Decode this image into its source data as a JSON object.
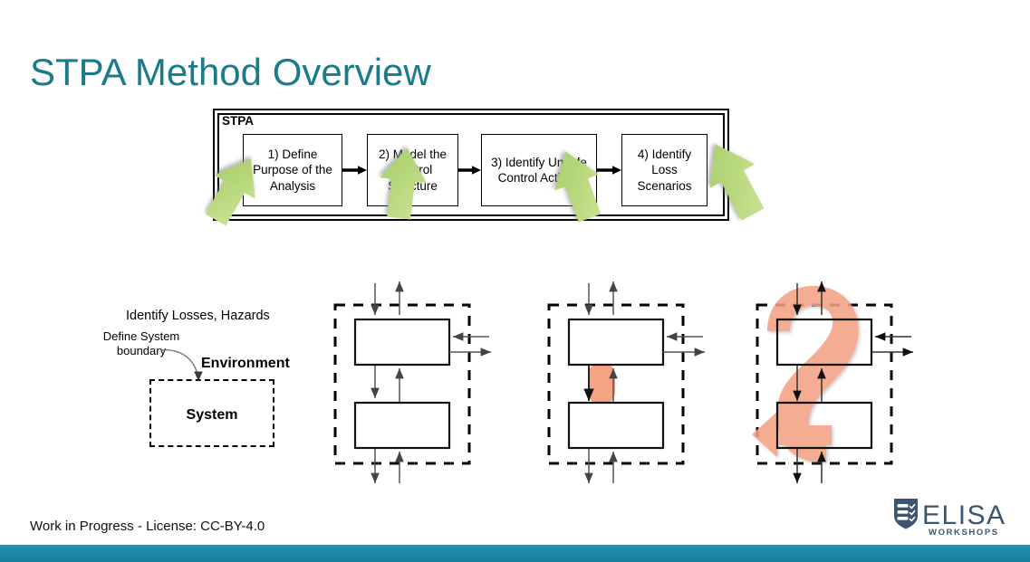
{
  "slide": {
    "title": "STPA Method Overview",
    "title_color": "#1a7b8c",
    "accent_bar_color": "#1d87a8",
    "footer": "Work in Progress -  License: CC-BY-4.0"
  },
  "stpa": {
    "group_label": "STPA",
    "steps": [
      {
        "id": "step1",
        "label": "1) Define Purpose of the Analysis"
      },
      {
        "id": "step2",
        "label": "2) Model the Control Structure"
      },
      {
        "id": "step3",
        "label": "3) Identify Unsafe Control Actions"
      },
      {
        "id": "step4",
        "label": "4) Identify Loss Scenarios"
      }
    ],
    "connector_icon": "right-arrow-icon"
  },
  "callout_arrows": {
    "color": "#b3d775",
    "icon": "down-arrow-icon",
    "count": 4
  },
  "diagram_losses": {
    "heading": "Identify Losses, Hazards",
    "annotation": "Define System boundary",
    "environment_label": "Environment",
    "system_label": "System",
    "pointer_icon": "curved-arrow-icon"
  },
  "diagram_control_structure": {
    "name": "control-structure",
    "boundary_style": "dashed",
    "boxes": 2,
    "highlight": "none"
  },
  "diagram_unsafe_control_actions": {
    "name": "unsafe-control-actions",
    "boundary_style": "dashed",
    "boxes": 2,
    "highlight": "oval",
    "highlight_color": "#f5a483"
  },
  "diagram_loss_scenarios": {
    "name": "loss-scenarios",
    "boundary_style": "dashed",
    "boxes": 2,
    "highlight": "loop-arrow",
    "highlight_color": "#f3a184"
  },
  "logo": {
    "name": "ELISA",
    "subtitle": "WORKSHOPS",
    "color": "#3d566e",
    "icon": "shield-checklist-icon"
  }
}
